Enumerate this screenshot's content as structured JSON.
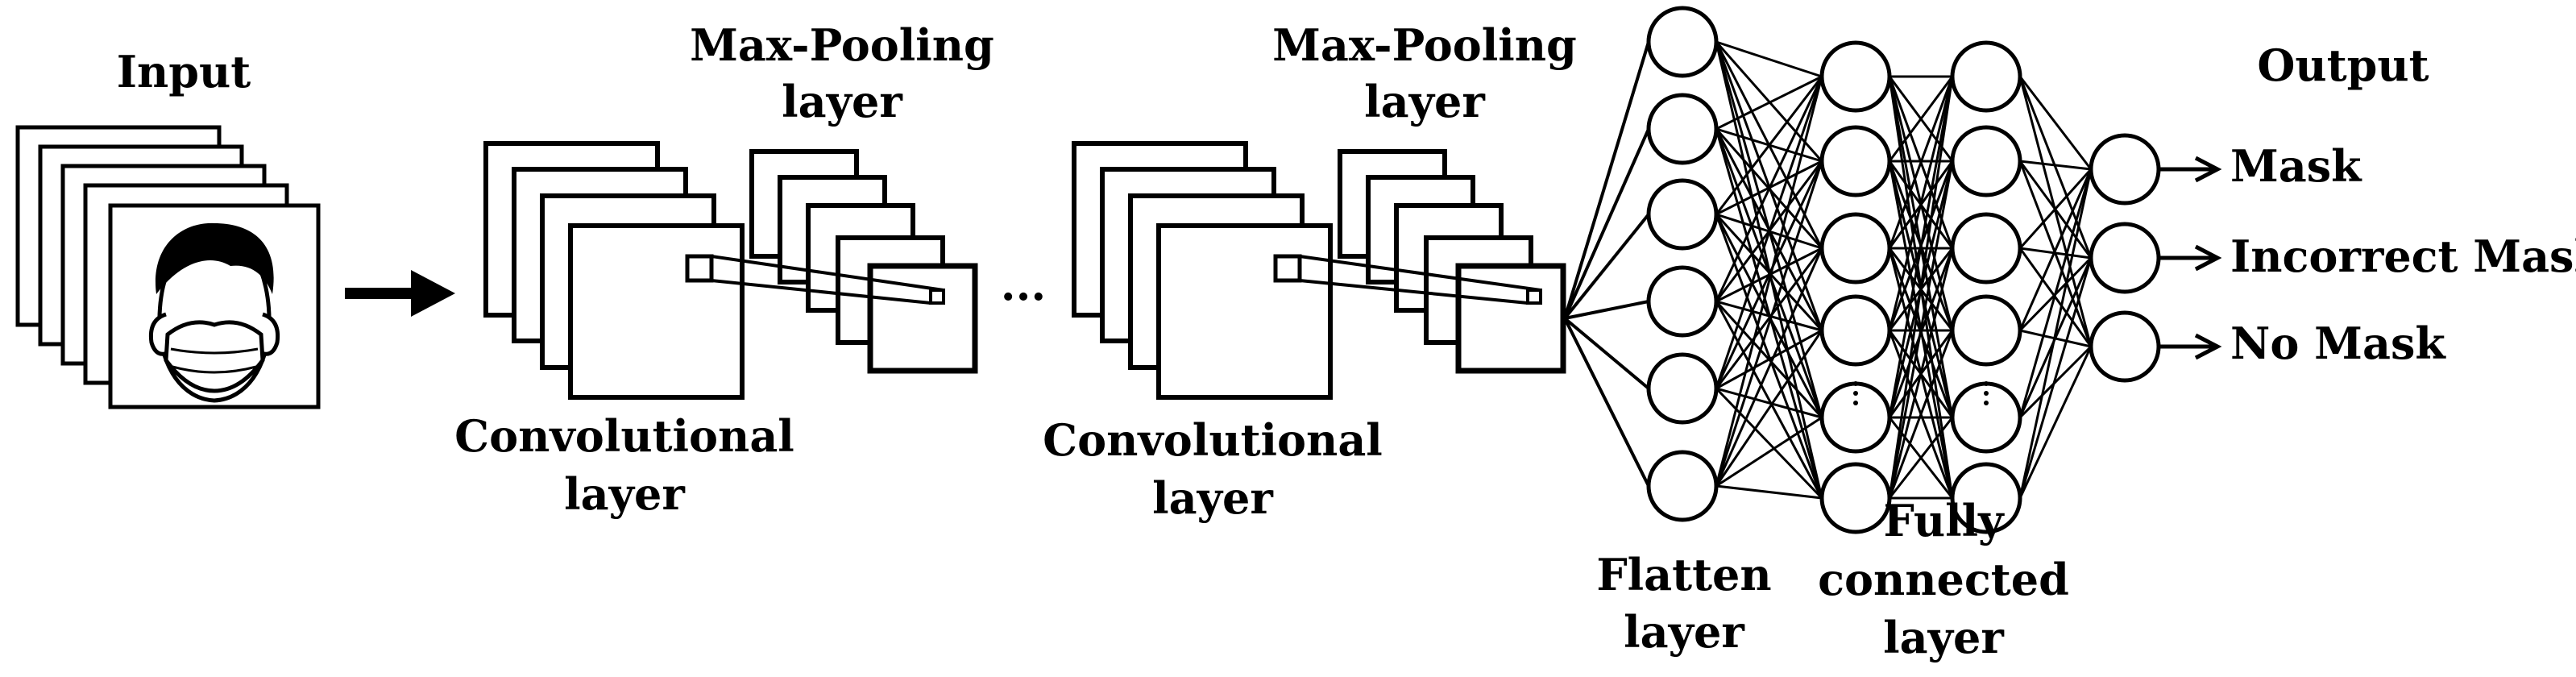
{
  "labels": {
    "input": "Input",
    "pool1_line1": "Max-Pooling",
    "pool1_line2": "layer",
    "conv1_line1": "Convolutional",
    "conv1_line2": "layer",
    "ellipsis": "...",
    "pool2_line1": "Max-Pooling",
    "pool2_line2": "layer",
    "conv2_line1": "Convolutional",
    "conv2_line2": "layer",
    "flatten_line1": "Flatten",
    "flatten_line2": "layer",
    "fc_line1": "Fully",
    "fc_line2": "connected",
    "fc_line3": "layer",
    "output_title": "Output",
    "outputs": [
      "Mask",
      "Incorrect Mask",
      "No Mask"
    ]
  },
  "network": {
    "flatten_nodes": 6,
    "fc1_nodes": 6,
    "fc2_nodes": 6,
    "output_nodes": 3
  },
  "icons": [
    "face-mask-icon",
    "arrow-right-icon"
  ],
  "colors": {
    "stroke": "#000000",
    "background": "#ffffff"
  }
}
